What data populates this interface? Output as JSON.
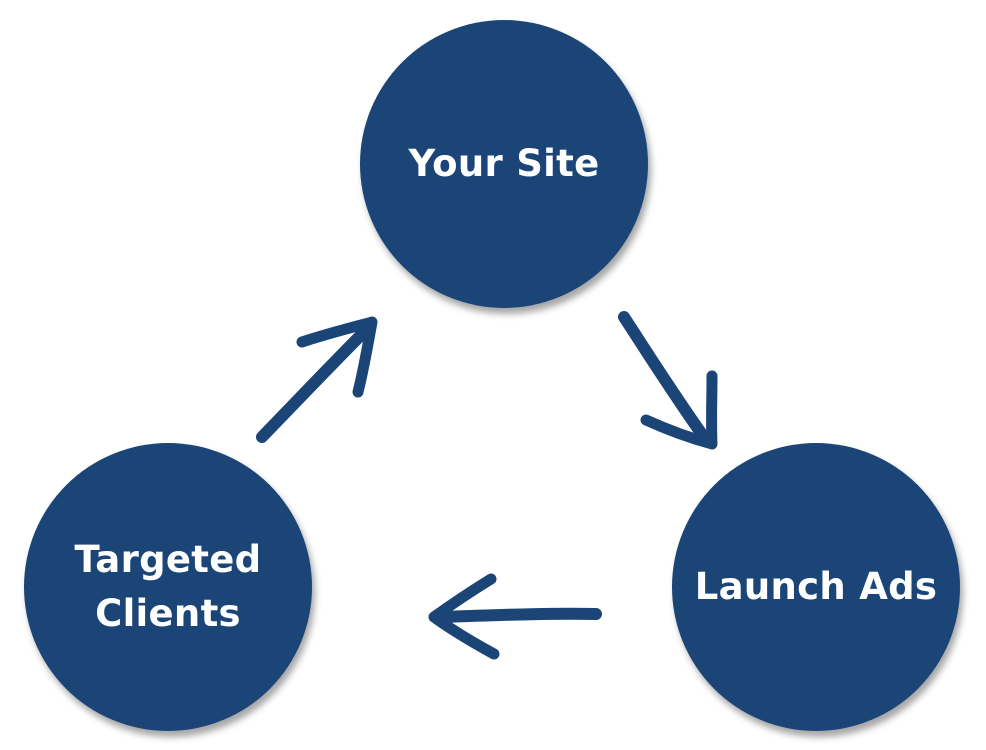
{
  "diagram": {
    "colors": {
      "node_fill": "#1b4577",
      "arrow": "#1b4577",
      "text": "#ffffff",
      "background": "#ffffff"
    },
    "nodes": [
      {
        "id": "your-site",
        "label": "Your Site"
      },
      {
        "id": "launch-ads",
        "label": "Launch Ads"
      },
      {
        "id": "targeted-clients",
        "label": "Targeted\nClients"
      }
    ],
    "arrows": [
      {
        "from": "your-site",
        "to": "launch-ads"
      },
      {
        "from": "launch-ads",
        "to": "targeted-clients"
      },
      {
        "from": "targeted-clients",
        "to": "your-site"
      }
    ]
  }
}
